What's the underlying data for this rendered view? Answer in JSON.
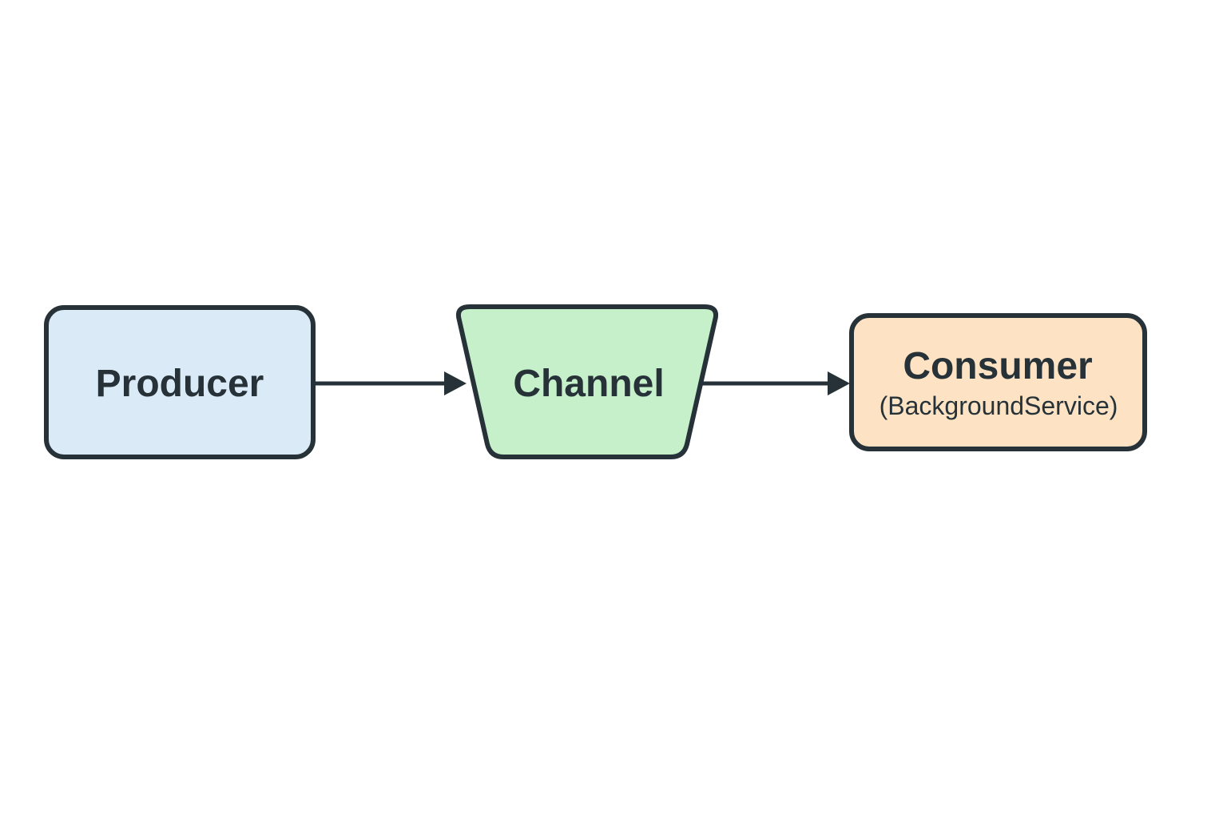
{
  "diagram": {
    "colors": {
      "stroke": "#263238",
      "text": "#263238",
      "background": "#ffffff"
    },
    "producer": {
      "label": "Producer",
      "fill": "#dbeaf7"
    },
    "channel": {
      "label": "Channel",
      "fill": "#c5f0ca"
    },
    "consumer": {
      "label": "Consumer",
      "sublabel": "(BackgroundService)",
      "fill": "#fde3c4"
    },
    "edges": [
      {
        "from": "producer",
        "to": "channel"
      },
      {
        "from": "channel",
        "to": "consumer"
      }
    ]
  }
}
